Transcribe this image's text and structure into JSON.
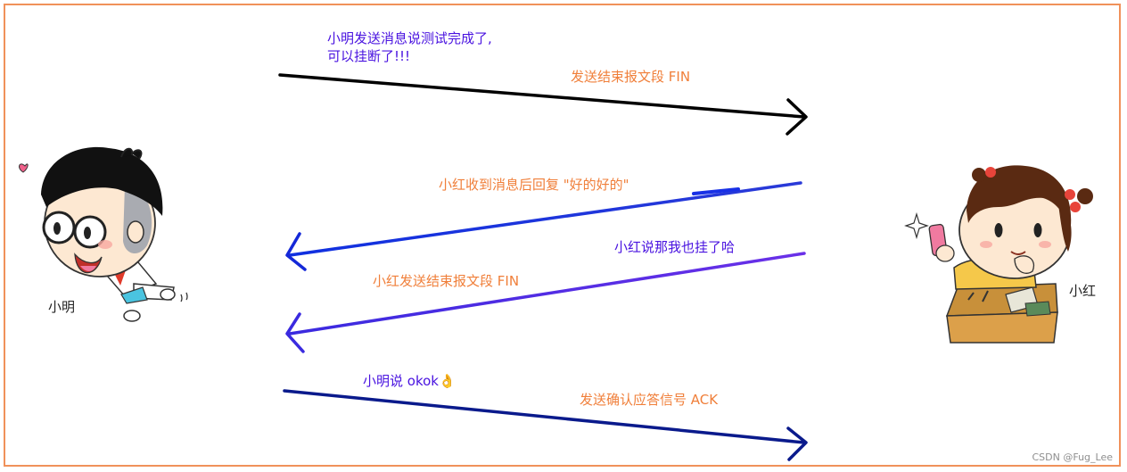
{
  "messages": {
    "m1_line1": "小明发送消息说测试完成了,",
    "m1_line2": "可以挂断了!!!",
    "fin1": "发送结束报文段 FIN",
    "reply": "小红收到消息后回复 \"好的好的\"",
    "hangup": "小红说那我也挂了哈",
    "fin2": "小红发送结束报文段 FIN",
    "okok": "小明说 okok👌",
    "ack": "发送确认应答信号 ACK"
  },
  "people": {
    "left": "小明",
    "right": "小红"
  },
  "watermark": "CSDN @Fug_Lee",
  "colors": {
    "frame": "#f0915a",
    "purple_text": "#4a14e0",
    "orange_text": "#f07f3a",
    "arrow1": "#000000",
    "arrow2": "#1428d8",
    "arrow3": "#5a2ae6",
    "arrow4": "#0a1a8c"
  }
}
